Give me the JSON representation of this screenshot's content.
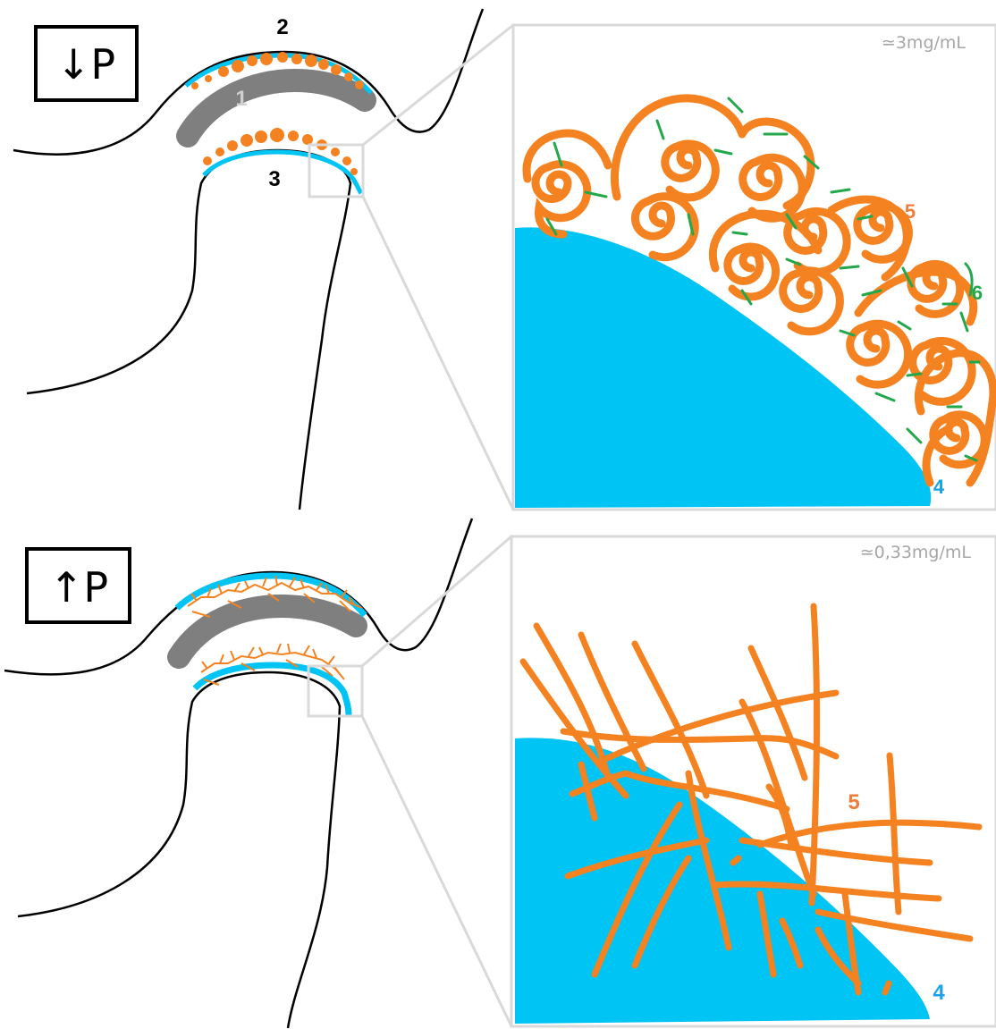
{
  "colors": {
    "outline": "#000000",
    "gray_band": "#7f7f7f",
    "orange": "#f58220",
    "blue": "#00c4f4",
    "green": "#22a84a",
    "frame": "#d9d9d9",
    "label_orange": "#f07c3a",
    "label_blue": "#1aa3e8",
    "label_green": "#22a84a",
    "label_gray": "#d0d0d0"
  },
  "panels": [
    {
      "id": "low-p",
      "condition_label": "↓P",
      "concentration": "≃3mg/mL",
      "labels": {
        "one": "1",
        "two": "2",
        "three": "3",
        "four": "4",
        "five": "5",
        "six": "6"
      }
    },
    {
      "id": "high-p",
      "condition_label": "↑P",
      "concentration": "≃0,33mg/mL",
      "labels": {
        "four": "4",
        "five": "5"
      }
    }
  ]
}
